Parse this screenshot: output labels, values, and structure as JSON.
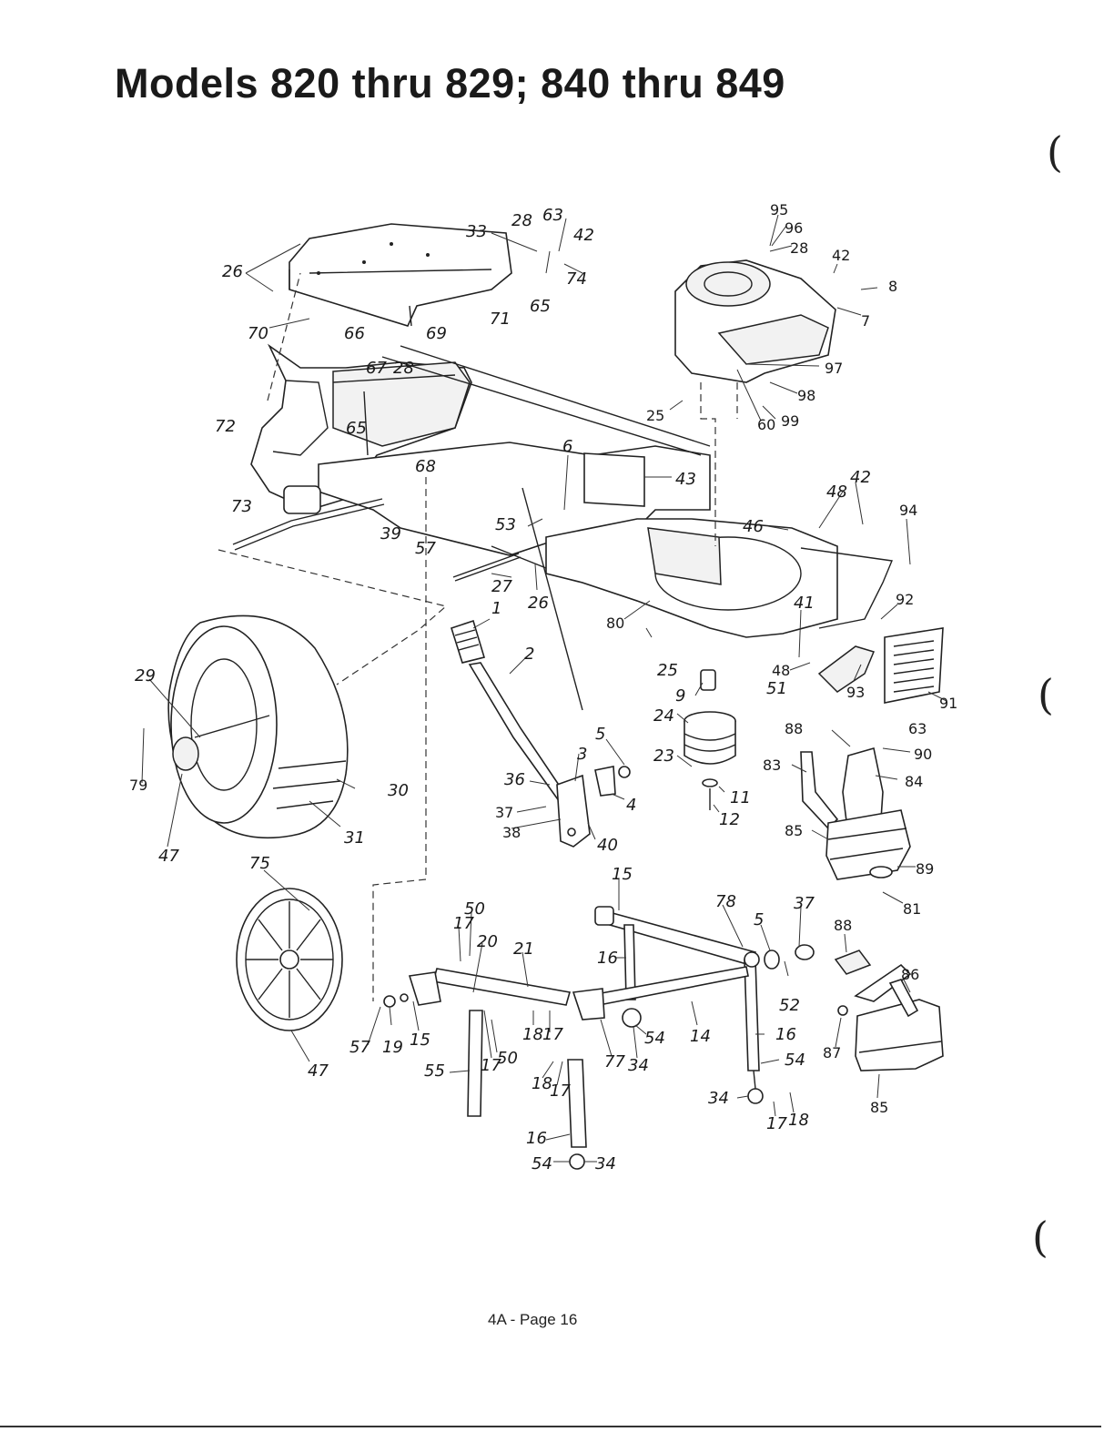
{
  "header": {
    "title": "Models 820 thru 829; 840 thru 849"
  },
  "footer": {
    "page_label": "4A - Page 16"
  },
  "margin_marks": [
    "(",
    "(",
    "("
  ],
  "callouts": [
    {
      "label": "26"
    },
    {
      "label": "70"
    },
    {
      "label": "66"
    },
    {
      "label": "69"
    },
    {
      "label": "67"
    },
    {
      "label": "28"
    },
    {
      "label": "65"
    },
    {
      "label": "72"
    },
    {
      "label": "73"
    },
    {
      "label": "68"
    },
    {
      "label": "39"
    },
    {
      "label": "57"
    },
    {
      "label": "71"
    },
    {
      "label": "33"
    },
    {
      "label": "28"
    },
    {
      "label": "63"
    },
    {
      "label": "42"
    },
    {
      "label": "65"
    },
    {
      "label": "74"
    },
    {
      "label": "95"
    },
    {
      "label": "96"
    },
    {
      "label": "28"
    },
    {
      "label": "42"
    },
    {
      "label": "8"
    },
    {
      "label": "7"
    },
    {
      "label": "97"
    },
    {
      "label": "98"
    },
    {
      "label": "99"
    },
    {
      "label": "60"
    },
    {
      "label": "25"
    },
    {
      "label": "6"
    },
    {
      "label": "43"
    },
    {
      "label": "53"
    },
    {
      "label": "26"
    },
    {
      "label": "27"
    },
    {
      "label": "42"
    },
    {
      "label": "48"
    },
    {
      "label": "46"
    },
    {
      "label": "94"
    },
    {
      "label": "92"
    },
    {
      "label": "41"
    },
    {
      "label": "80"
    },
    {
      "label": "25"
    },
    {
      "label": "48"
    },
    {
      "label": "93"
    },
    {
      "label": "91"
    },
    {
      "label": "9"
    },
    {
      "label": "51"
    },
    {
      "label": "24"
    },
    {
      "label": "88"
    },
    {
      "label": "63"
    },
    {
      "label": "90"
    },
    {
      "label": "23"
    },
    {
      "label": "83"
    },
    {
      "label": "84"
    },
    {
      "label": "11"
    },
    {
      "label": "12"
    },
    {
      "label": "85"
    },
    {
      "label": "89"
    },
    {
      "label": "81"
    },
    {
      "label": "1"
    },
    {
      "label": "2"
    },
    {
      "label": "5"
    },
    {
      "label": "3"
    },
    {
      "label": "36"
    },
    {
      "label": "4"
    },
    {
      "label": "37"
    },
    {
      "label": "38"
    },
    {
      "label": "40"
    },
    {
      "label": "29"
    },
    {
      "label": "79"
    },
    {
      "label": "30"
    },
    {
      "label": "31"
    },
    {
      "label": "47"
    },
    {
      "label": "75"
    },
    {
      "label": "47"
    },
    {
      "label": "15"
    },
    {
      "label": "78"
    },
    {
      "label": "37"
    },
    {
      "label": "5"
    },
    {
      "label": "50"
    },
    {
      "label": "17"
    },
    {
      "label": "20"
    },
    {
      "label": "21"
    },
    {
      "label": "16"
    },
    {
      "label": "52"
    },
    {
      "label": "88"
    },
    {
      "label": "86"
    },
    {
      "label": "57"
    },
    {
      "label": "19"
    },
    {
      "label": "15"
    },
    {
      "label": "18"
    },
    {
      "label": "17"
    },
    {
      "label": "54"
    },
    {
      "label": "14"
    },
    {
      "label": "16"
    },
    {
      "label": "87"
    },
    {
      "label": "17"
    },
    {
      "label": "50"
    },
    {
      "label": "77"
    },
    {
      "label": "34"
    },
    {
      "label": "54"
    },
    {
      "label": "55"
    },
    {
      "label": "18"
    },
    {
      "label": "17"
    },
    {
      "label": "34"
    },
    {
      "label": "17"
    },
    {
      "label": "18"
    },
    {
      "label": "85"
    },
    {
      "label": "16"
    },
    {
      "label": "54"
    },
    {
      "label": "34"
    }
  ]
}
